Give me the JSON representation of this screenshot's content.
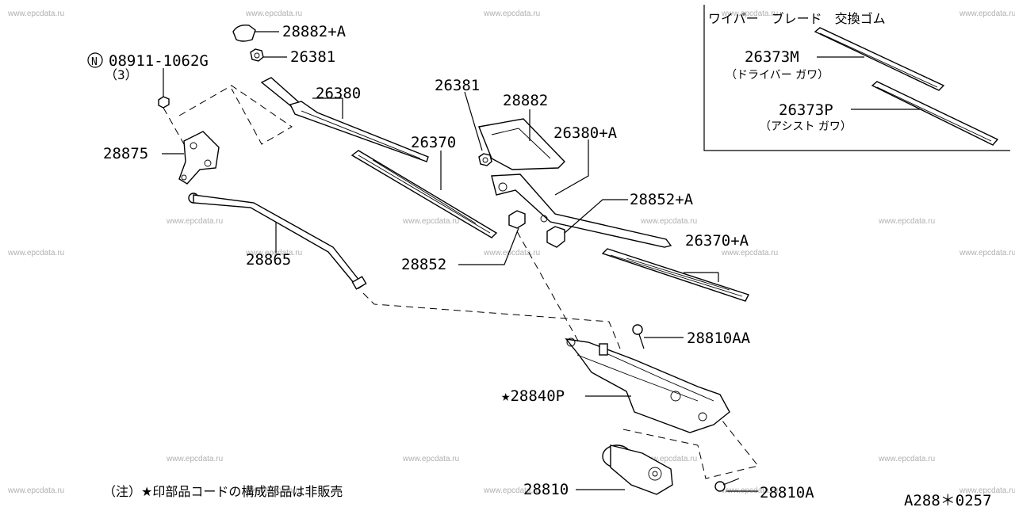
{
  "watermark": "www.epcdata.ru",
  "inset": {
    "title": "ワイパー　ブレード　交換ゴム",
    "items": [
      {
        "part": "26373M",
        "desc": "（ドライバー ガワ）"
      },
      {
        "part": "26373P",
        "desc": "（アシスト ガワ）"
      }
    ]
  },
  "labels": {
    "cap_a": "28882+A",
    "nut_top": "26381",
    "nut_n": "08911-1062G",
    "nut_n_qty": "（3）",
    "n_symbol": "N",
    "arm_drv": "26380",
    "blade_drv": "26370",
    "nut_asst": "26381",
    "cap": "28882",
    "arm_asst": "26380+A",
    "pivot_a": "28852+A",
    "link_bracket": "28875",
    "blade_asst": "26370+A",
    "pivot": "28852",
    "link_rod": "28865",
    "bolt_aa": "28810AA",
    "linkage_assy": "★28840P",
    "motor": "28810",
    "bolt_a": "28810A"
  },
  "footer": {
    "note": "（注）★印部品コードの構成部品は非販売",
    "code": "A288＊0257"
  }
}
